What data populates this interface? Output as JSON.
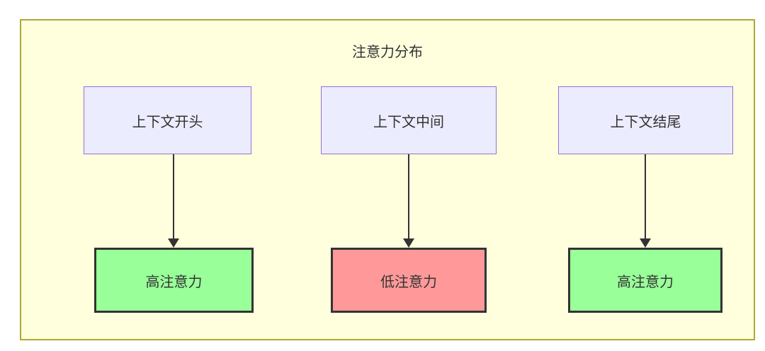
{
  "diagram": {
    "type": "flowchart",
    "title": "注意力分布",
    "columns": [
      {
        "top": {
          "label": "上下文开头"
        },
        "arrow": "down",
        "bottom": {
          "label": "高注意力",
          "level": "high"
        }
      },
      {
        "top": {
          "label": "上下文中间"
        },
        "arrow": "down",
        "bottom": {
          "label": "低注意力",
          "level": "low"
        }
      },
      {
        "top": {
          "label": "上下文结尾"
        },
        "arrow": "down",
        "bottom": {
          "label": "高注意力",
          "level": "high"
        }
      }
    ],
    "colors": {
      "cluster_fill": "#ffffde",
      "cluster_border": "#aaaa33",
      "node_fill": "#ececff",
      "node_border": "#9370db",
      "high_fill": "#99ff99",
      "low_fill": "#ff9999",
      "emphasis_border": "#333333",
      "text": "#333333",
      "arrow": "#333333"
    }
  }
}
